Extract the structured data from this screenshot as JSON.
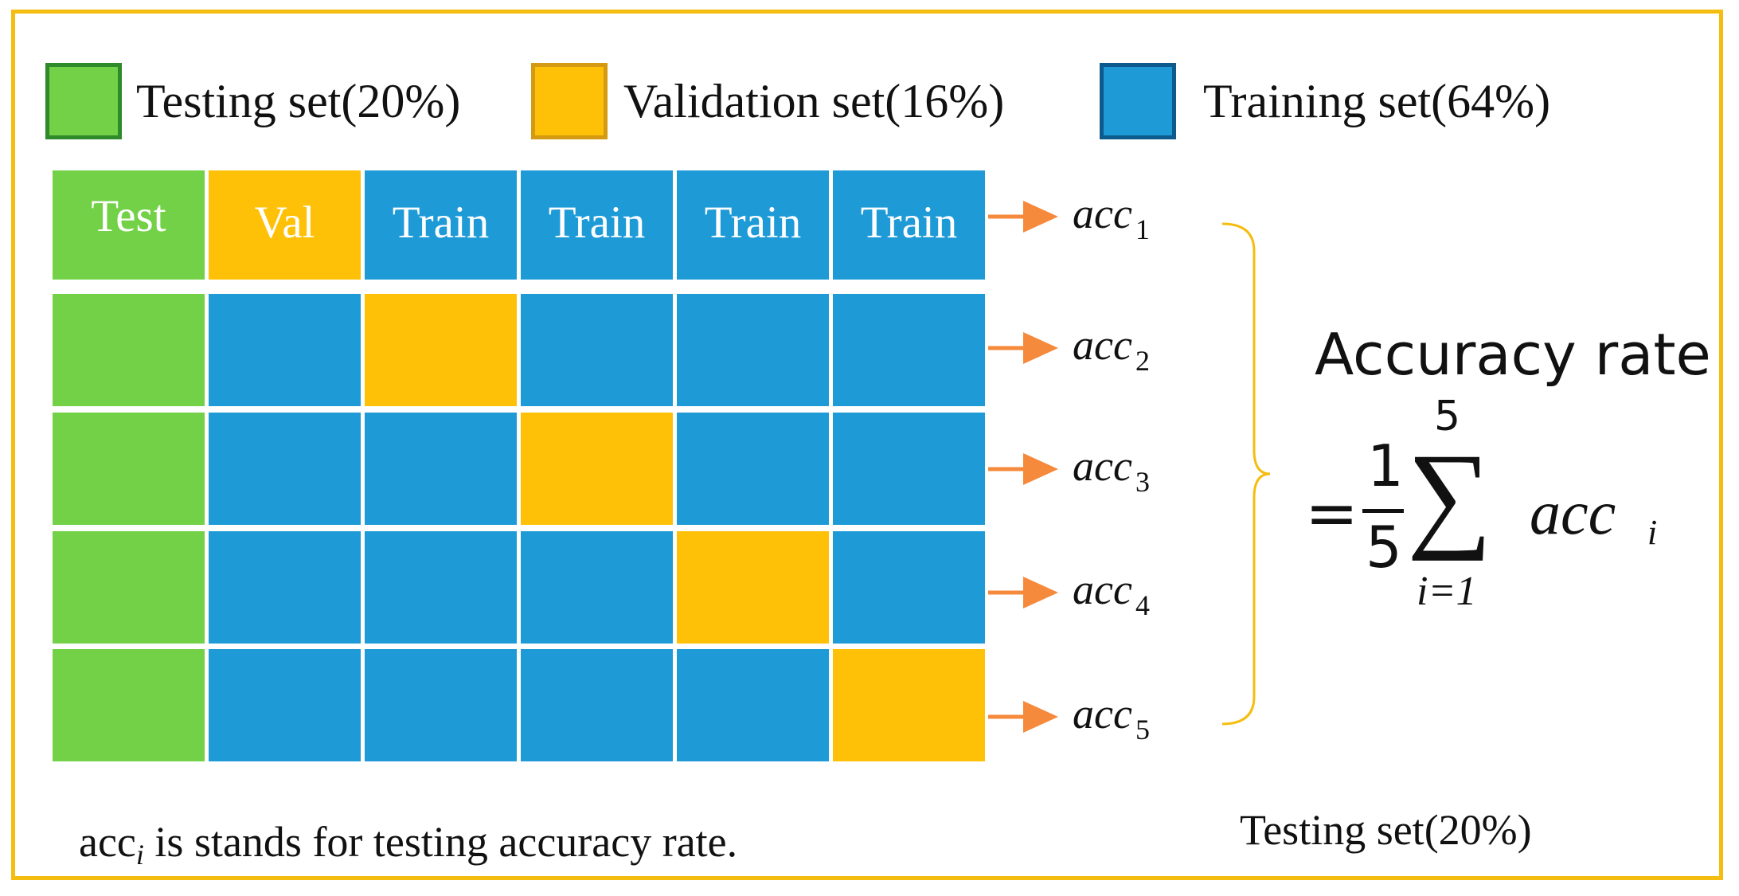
{
  "colors": {
    "testing": "#72d147",
    "validation": "#ffc107",
    "training": "#1e9bd7",
    "arrow": "#f58a3c",
    "frame": "#f5bd0f"
  },
  "legend": [
    {
      "label": "Testing set(20%)",
      "color": "#72d147",
      "border": "#2f8a2a"
    },
    {
      "label": "Validation set(16%)",
      "color": "#ffc107",
      "border": "#d39a12"
    },
    {
      "label": "Training set(64%)",
      "color": "#1e9bd7",
      "border": "#0d5a8c"
    }
  ],
  "grid": {
    "header_labels": [
      "Test",
      "Val",
      "Train",
      "Train",
      "Train",
      "Train"
    ],
    "rows": [
      [
        "test",
        "val",
        "train",
        "train",
        "train",
        "train"
      ],
      [
        "test",
        "train",
        "val",
        "train",
        "train",
        "train"
      ],
      [
        "test",
        "train",
        "train",
        "val",
        "train",
        "train"
      ],
      [
        "test",
        "train",
        "train",
        "train",
        "val",
        "train"
      ],
      [
        "test",
        "train",
        "train",
        "train",
        "train",
        "val"
      ]
    ]
  },
  "accuracies": [
    {
      "base": "acc",
      "sub": "1"
    },
    {
      "base": "acc",
      "sub": "2"
    },
    {
      "base": "acc",
      "sub": "3"
    },
    {
      "base": "acc",
      "sub": "4"
    },
    {
      "base": "acc",
      "sub": "5"
    }
  ],
  "formula": {
    "title": "Accuracy rate",
    "equals": "=",
    "numerator": "1",
    "denominator": "5",
    "sigma": "∑",
    "upper": "5",
    "lower": "i=1",
    "term": "acc",
    "term_sub": "i"
  },
  "note": {
    "base": "acc",
    "sub": "i",
    "text": " is stands for testing accuracy rate."
  },
  "bottom_label": "Testing set(20%)"
}
